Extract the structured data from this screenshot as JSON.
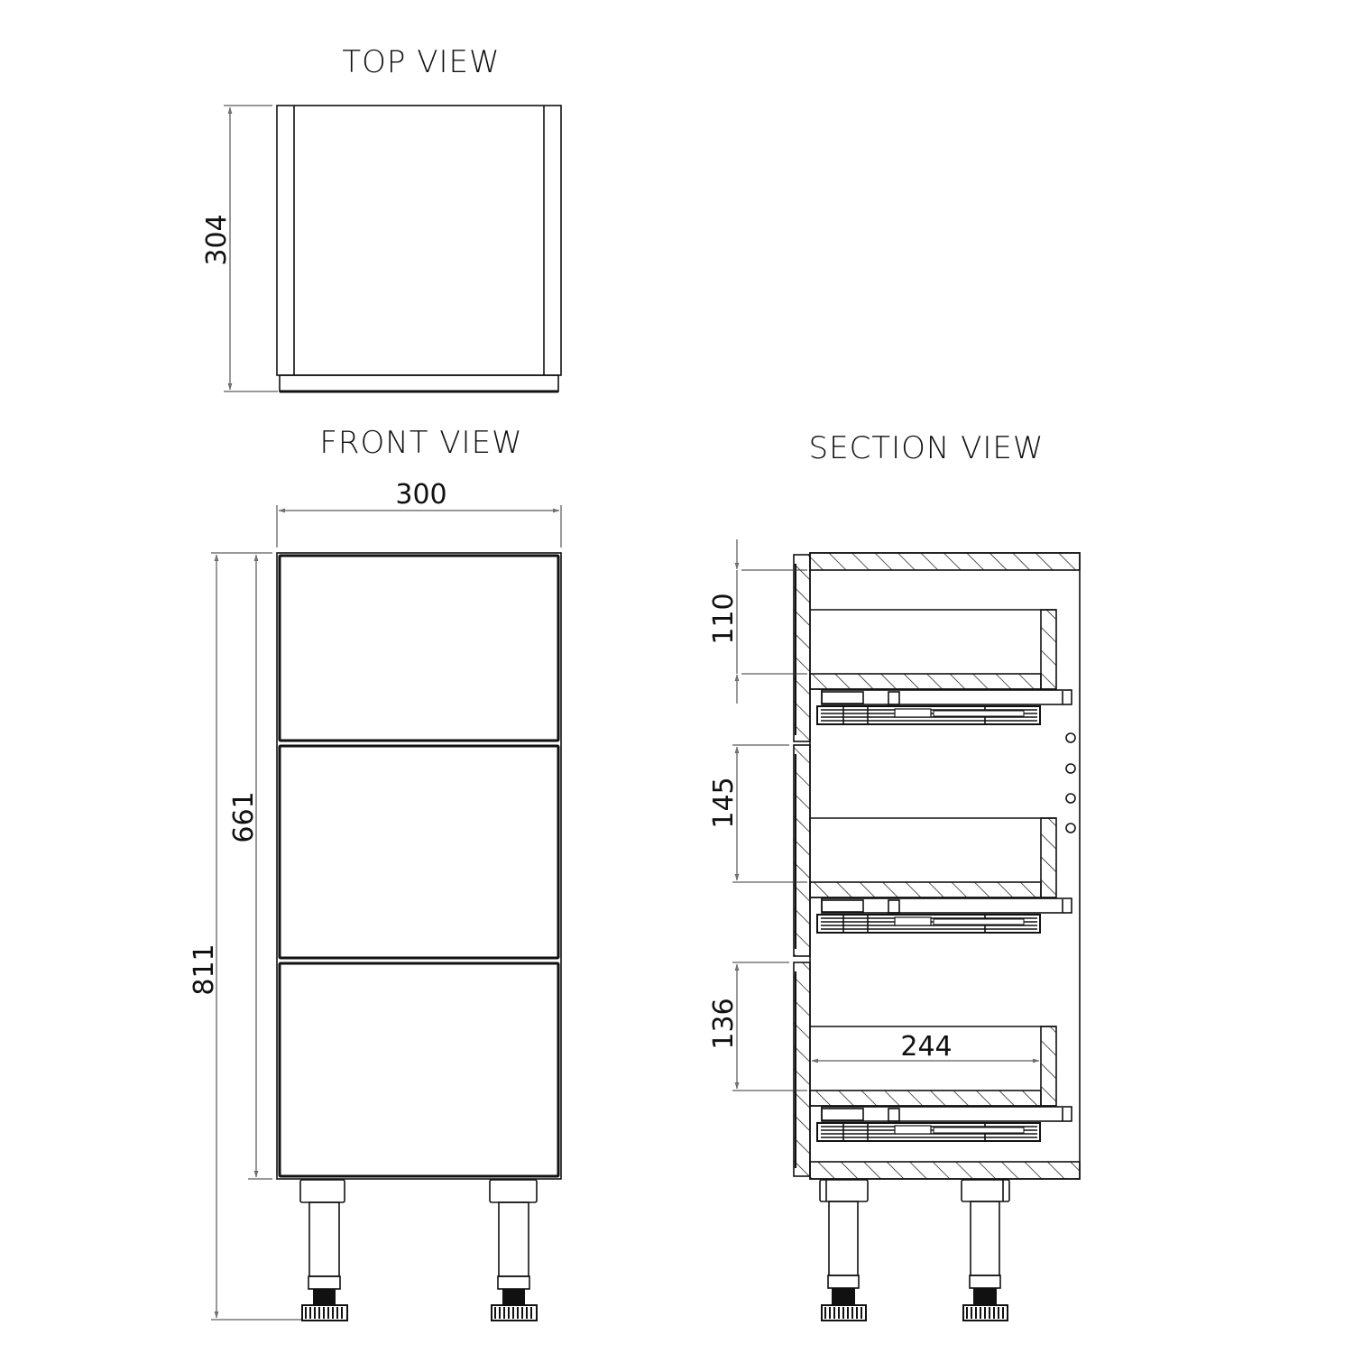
{
  "views": {
    "top": {
      "title": "TOP VIEW",
      "depth_dimension": "304"
    },
    "front": {
      "title": "FRONT VIEW",
      "width_dimension": "300",
      "body_height_dimension": "661",
      "overall_height_dimension": "811",
      "drawer_count": 3
    },
    "section": {
      "title": "SECTION VIEW",
      "drawer_heights": [
        "110",
        "145",
        "136"
      ],
      "inner_depth_dimension": "244",
      "shelf_pin_holes": 4
    }
  },
  "colors": {
    "line": "#111111",
    "background": "#ffffff"
  }
}
